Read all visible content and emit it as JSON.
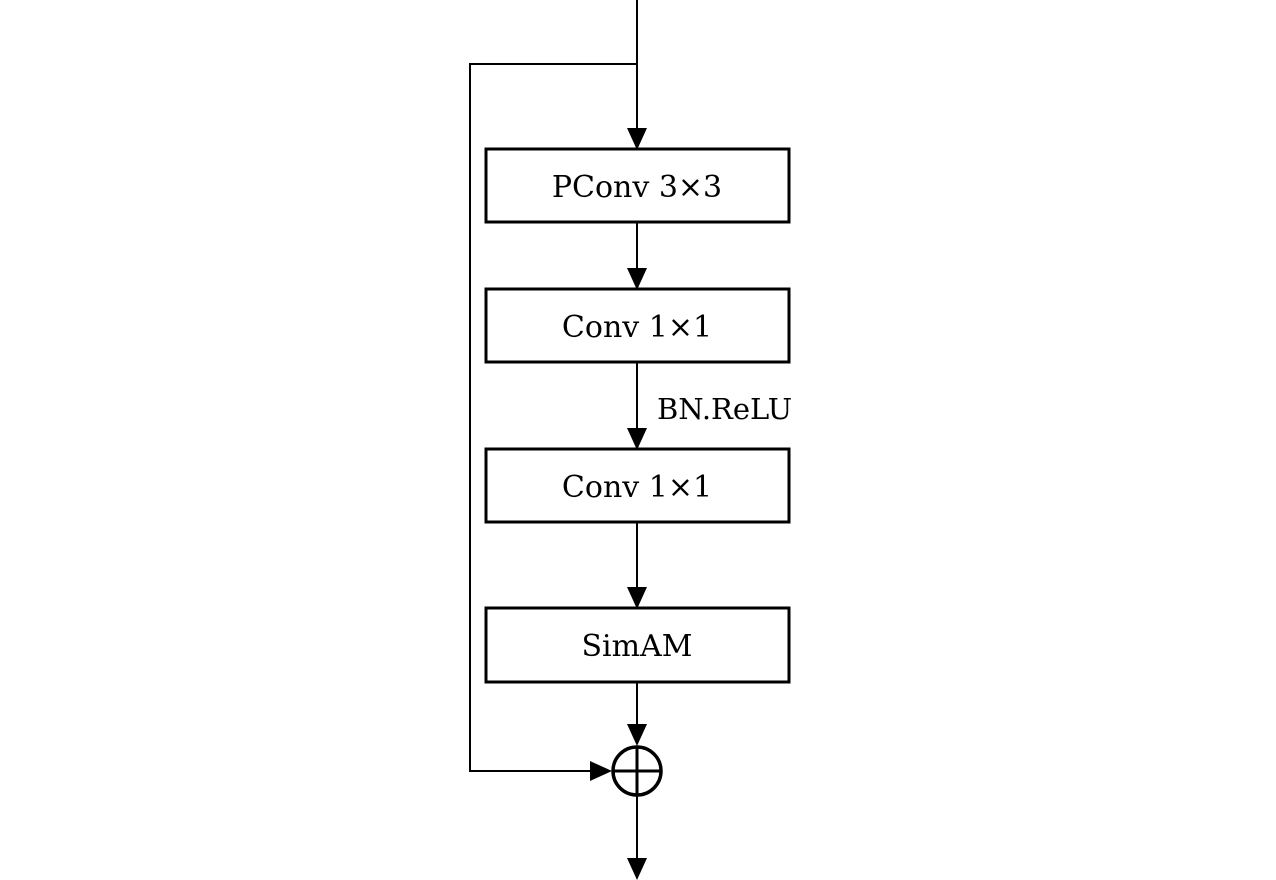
{
  "diagram": {
    "blocks": [
      {
        "id": "pconv",
        "label": "PConv 3×3"
      },
      {
        "id": "conv1",
        "label": "Conv 1×1"
      },
      {
        "id": "conv2",
        "label": "Conv 1×1"
      },
      {
        "id": "simam",
        "label": "SimAM"
      }
    ],
    "edge_labels": {
      "conv1_to_conv2": "BN.ReLU"
    },
    "merge_node": {
      "symbol": "element-wise-sum"
    },
    "colors": {
      "stroke": "#000000",
      "background": "#ffffff"
    }
  }
}
